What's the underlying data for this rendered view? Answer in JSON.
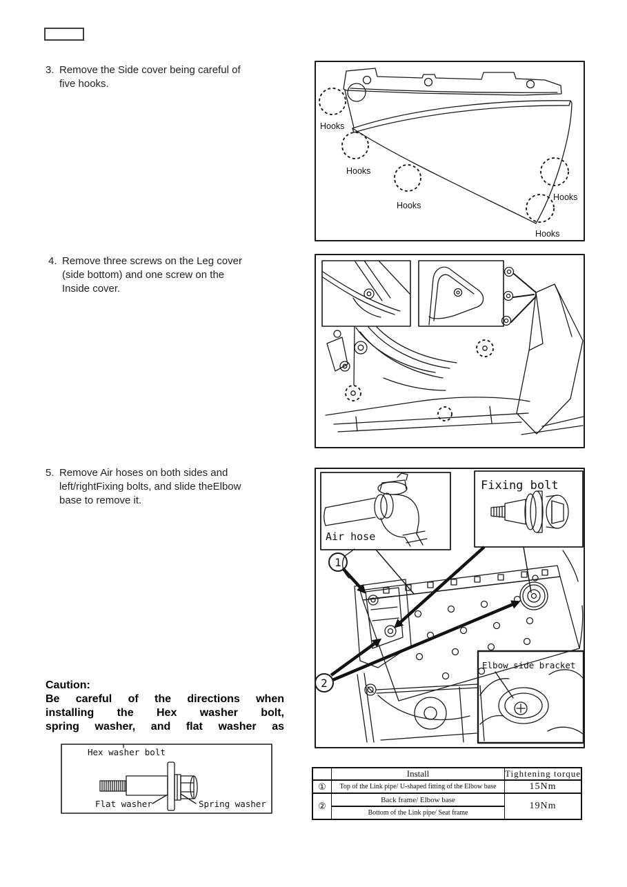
{
  "steps": [
    {
      "number": "3.",
      "text": "Remove the Side cover being careful of\nfive hooks."
    },
    {
      "number": "4.",
      "text": "Remove three screws on the Leg cover\n(side bottom) and one screw on the\nInside cover."
    },
    {
      "number": "5.",
      "text": "Remove Air hoses on both sides and\nleft/rightFixing bolts, and slide theElbow\nbase to remove it."
    }
  ],
  "caution": {
    "title": "Caution:",
    "body": "Be careful of the directions when\ninstalling the Hex washer bolt,\nspring washer, and flat washer as"
  },
  "fig_hooks": {
    "labels": [
      "Hooks",
      "Hooks",
      "Hooks",
      "Hooks",
      "Hooks"
    ]
  },
  "fig_elbow": {
    "air_hose": "Air hose",
    "fixing_bolt": "Fixing bolt",
    "elbow_bracket": "Elbow side bracket",
    "callout1": "1",
    "callout2": "2"
  },
  "fig_bolt": {
    "title": "Hex washer bolt",
    "flat": "Flat washer",
    "spring": "Spring washer"
  },
  "table": {
    "header_install": "Install",
    "header_torque": "Tightening torque",
    "row1_mark": "①",
    "row1_install": "Top of the Link pipe/ U-shaped fitting of the Elbow base",
    "row1_torque": "15Nm",
    "row2_mark": "②",
    "row2_install_a": "Back frame/ Elbow base",
    "row2_install_b": "Bottom of the Link pipe/ Seat frame",
    "row2_torque": "19Nm"
  }
}
